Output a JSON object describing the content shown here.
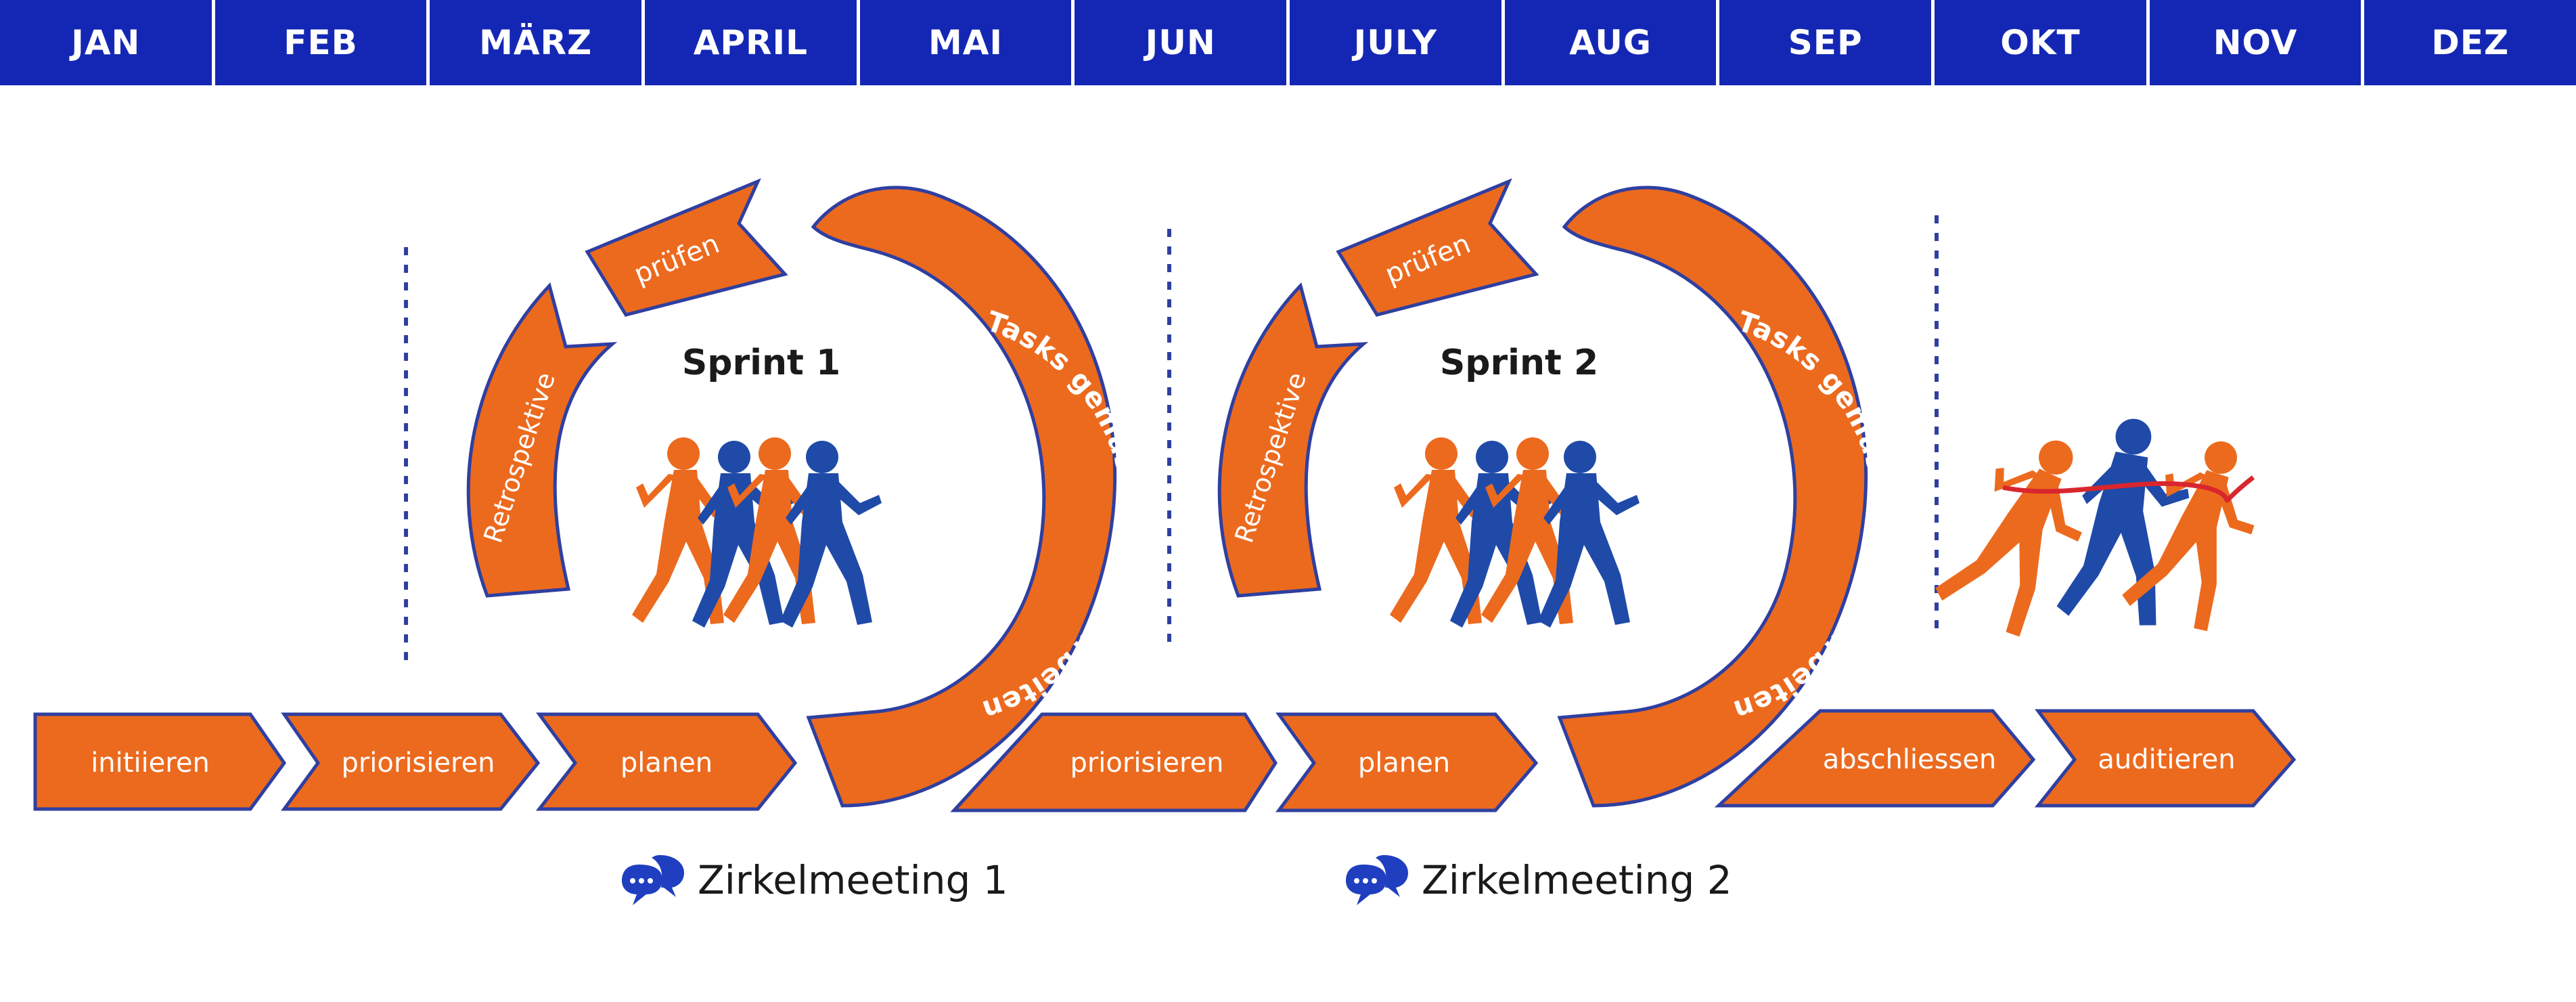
{
  "months": [
    "JAN",
    "FEB",
    "MÄRZ",
    "APRIL",
    "MAI",
    "JUN",
    "JULY",
    "AUG",
    "SEP",
    "OKT",
    "NOV",
    "DEZ"
  ],
  "steps": [
    "initiieren",
    "priorisieren",
    "planen",
    "priorisieren",
    "planen",
    "abschliessen",
    "auditieren"
  ],
  "sprints": [
    {
      "title": "Sprint 1",
      "review": "prüfen",
      "retro": "Retrospektive",
      "tasks": "Tasks gemäss Liste abarbeiten"
    },
    {
      "title": "Sprint 2",
      "review": "prüfen",
      "retro": "Retrospektive",
      "tasks": "Tasks gemäss Liste abarbeiten"
    }
  ],
  "meetings": [
    "Zirkelmeeting 1",
    "Zirkelmeeting 2"
  ],
  "icons": [
    "speech-bubbles-icon",
    "runners-icon",
    "finish-line-runners-icon"
  ],
  "colors": {
    "blue": "#1427b4",
    "orange": "#ec6a1e",
    "outline": "#2f3fa0",
    "runner_blue": "#1f4aa8"
  }
}
